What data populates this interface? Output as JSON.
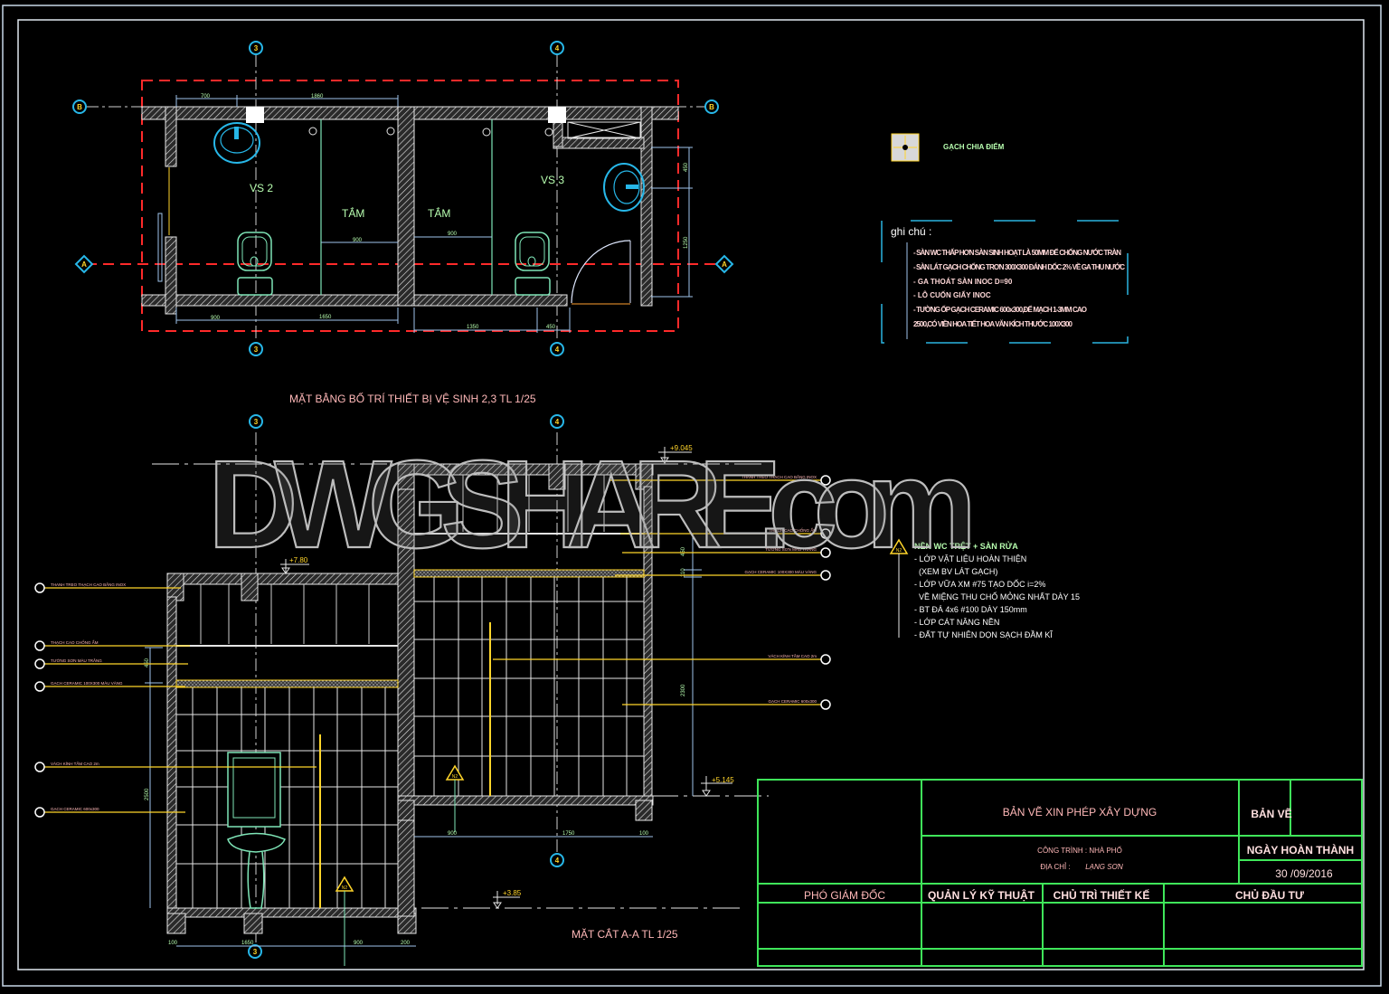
{
  "watermark": "DWGSHARE.com",
  "colors": {
    "background": "#000000",
    "frame": "#c8d8e8",
    "wall": "#e6e6e6",
    "centerline_red": "#ff2a2a",
    "dimension": "#9fc4ec",
    "fixture_cyan": "#27b7e8",
    "fixture_green": "#7fe6b8",
    "leader_yellow": "#ffd52a",
    "text_pink": "#ffb8b8",
    "text_green": "#b8ffb0",
    "titleblock_green": "#3fe65a",
    "notes_box": "#2ab4e0"
  },
  "plan": {
    "title": "MẶT BẰNG BỐ TRÍ THIẾT BỊ VỆ SINH 2,3 TL 1/25",
    "rooms": [
      {
        "label": "VS 2"
      },
      {
        "label": "TẮM"
      },
      {
        "label": "TẮM"
      },
      {
        "label": "VS 3"
      }
    ],
    "grid_bubbles": {
      "col_3": "3",
      "col_4": "4",
      "row_b": "B",
      "row_a": "A"
    },
    "dims_top": [
      "700",
      "1860"
    ],
    "dims_bottom": [
      "900",
      "1650",
      "1350",
      "450"
    ],
    "dims_inner": [
      "900",
      "900"
    ],
    "dims_right": [
      "450",
      "1250"
    ]
  },
  "legend": {
    "swatch_label": "GẠCH CHIA ĐIỂM"
  },
  "notes": {
    "title": "ghi chú :",
    "lines": [
      "- SÀN WC THẤP HƠN SÀN SINH HOẠT LÀ 50MM ĐỂ CHỐNG NƯỚC TRÀN",
      "- SÀN LÁT GẠCH CHỐNG TRƠN 300X300 ĐÁNH DỐC 2% VỀ GA THU NƯỚC",
      "- GA THOÁT SÀN INOC D=90",
      "- LÔ CUỐN GIẤY INOC",
      "- TƯỜNG ỐP GẠCH CERAMIC 600x300,ĐỂ MẠCH 1-3MM CAO",
      "2500,CÓ VIỀN HOA TIẾT HOA VĂN KÍCH THƯỚC 100X300"
    ]
  },
  "floor_spec": {
    "tag": "N2",
    "title": "NỀN WC TRỆT + SÀN RỬA",
    "lines": [
      "- LỚP VẬT LIỆU HOÀN THIỆN",
      "  (XEM BV LÁT GẠCH)",
      "- LỚP VỮA XM #75 TẠO DỐC i=2%",
      "  VỀ MIỆNG THU CHỐ MỎNG NHẤT DÀY 15",
      "- BT ĐÁ 4x6 #100 DÀY 150mm",
      "- LỚP CÁT NÂNG NỀN",
      "- ĐẤT TỰ NHIÊN DỌN SẠCH ĐẦM KĨ"
    ]
  },
  "section": {
    "title": "MẶT CẮT A-A TL 1/25",
    "levels": [
      "+9.045",
      "+7.80",
      "+5.145",
      "+3.85"
    ],
    "tag": "N2",
    "left_callouts": [
      "THANH TREO THẠCH CAO BẰNG INOX",
      "THẠCH CAO CHỐNG ẨM",
      "TƯỜNG SƠN MÀU TRẮNG",
      "GẠCH CERAMIC 100X300 MÀU VÀNG",
      "VÁCH KÍNH TẮM CAO 2m",
      "GẠCH CERAMIC 600x300"
    ],
    "right_callouts": [
      "THANH TREO THẠCH CAO BẰNG INOX",
      "THẠCH CAO CHỐNG ẨM",
      "TƯỜNG SƠN MÀU TRẮNG",
      "GẠCH CERAMIC 100X300 MÀU VÀNG",
      "VÁCH KÍNH TẮM CAO 2m",
      "GẠCH CERAMIC 600x300"
    ],
    "dims_left": [
      "450",
      "2500"
    ],
    "dims_right": [
      "450",
      "110",
      "2300"
    ],
    "dims_bottom": [
      "100",
      "1650",
      "900",
      "200",
      "900",
      "1750",
      "100"
    ]
  },
  "title_block": {
    "drawing_title": "BẢN VẼ XIN PHÉP XÂY DỰNG",
    "project": "CÔNG TRÌNH : NHÀ PHỐ",
    "address_label": "ĐỊA CHỈ :",
    "address_value": "LẠNG SƠN",
    "sheet_label": "BẢN VẼ",
    "completion_label": "NGÀY HOÀN THÀNH",
    "completion_date": "30 /09/2016",
    "roles": [
      "PHÓ GIÁM ĐỐC",
      "QUẢN LÝ KỸ THUẬT",
      "CHỦ TRÌ THIẾT KẾ",
      "CHỦ ĐẦU TƯ"
    ]
  }
}
